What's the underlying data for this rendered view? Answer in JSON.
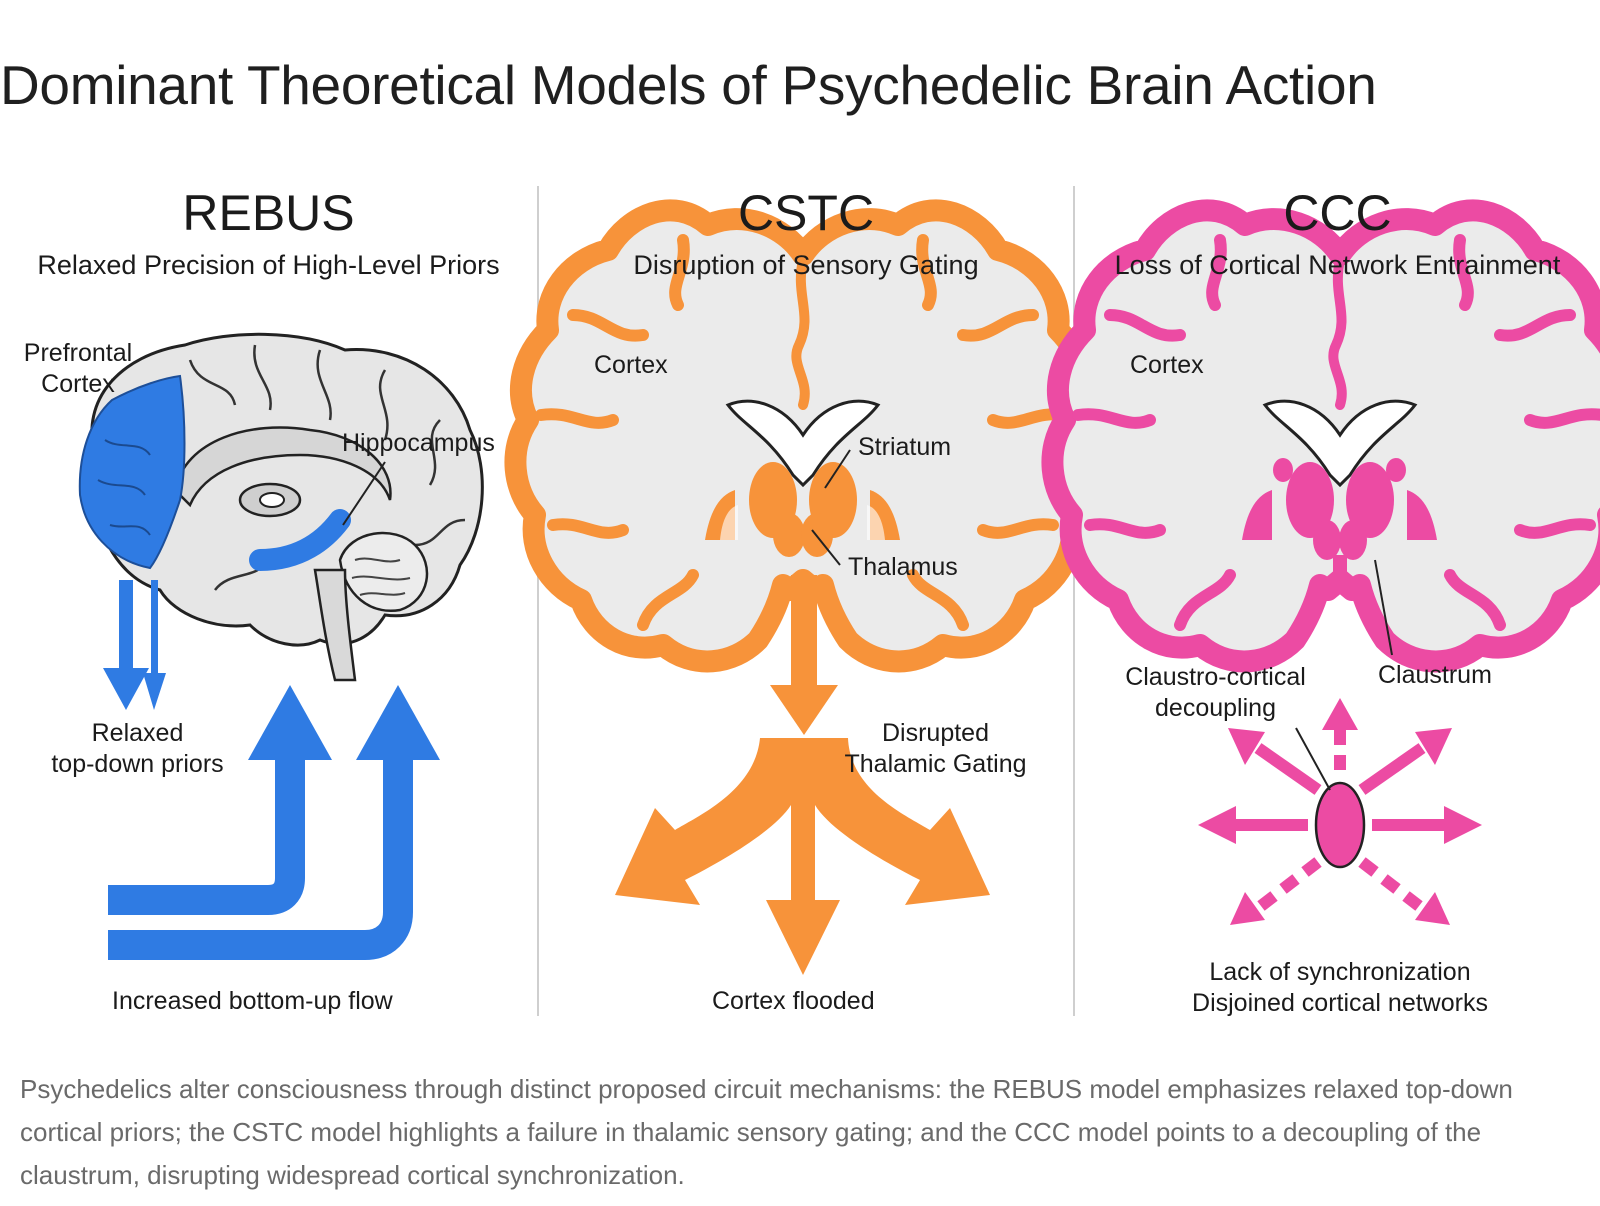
{
  "page": {
    "title": "Dominant Theoretical Models of Psychedelic Brain Action"
  },
  "colors": {
    "rebus": "#2f7be3",
    "cstc": "#f7933a",
    "ccc": "#ec4ba3",
    "brain_fill": "#e6e6e6",
    "outline": "#222222"
  },
  "panels": [
    {
      "title": "REBUS",
      "subtitle": "Relaxed Precision of High-Level Priors",
      "labels": {
        "prefrontal": "Prefrontal\nCortex",
        "hippocampus": "Hippocampus",
        "relaxed": "Relaxed\ntop-down priors",
        "bottom_up": "Increased bottom-up flow"
      }
    },
    {
      "title": "CSTC",
      "subtitle": "Disruption of Sensory Gating",
      "labels": {
        "cortex": "Cortex",
        "striatum": "Striatum",
        "thalamus": "Thalamus",
        "disrupted": "Disrupted\nThalamic Gating",
        "flooded": "Cortex flooded"
      }
    },
    {
      "title": "CCC",
      "subtitle": "Loss of Cortical Network Entrainment",
      "labels": {
        "cortex": "Cortex",
        "decoupling": "Claustro-cortical\ndecoupling",
        "claustrum": "Claustrum",
        "lack": "Lack of synchronization\nDisjoined cortical networks"
      }
    }
  ],
  "caption": "Psychedelics alter consciousness through distinct proposed circuit mechanisms: the REBUS model emphasizes relaxed top-down cortical priors; the CSTC model highlights a failure in thalamic sensory gating; and the CCC model points to a decoupling of the claustrum, disrupting widespread cortical synchronization."
}
